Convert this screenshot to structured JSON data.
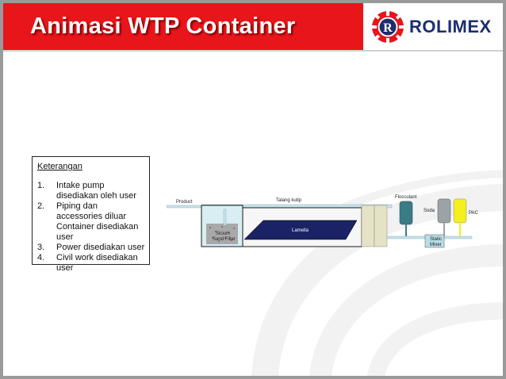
{
  "header": {
    "title": "Animasi WTP Container",
    "logo_text": "ROLIMEX",
    "logo_letter": "R",
    "colors": {
      "title_bar": "#e8151b",
      "logo_text": "#1d2e6f"
    }
  },
  "legend": {
    "title": "Keterangan",
    "items": [
      {
        "num": "1.",
        "text": "Intake pump disediakan oleh user"
      },
      {
        "num": "2.",
        "text": "Piping dan accessories diluar Container disediakan user"
      },
      {
        "num": "3.",
        "text": "Power disediakan user"
      },
      {
        "num": "4.",
        "text": "Civil work disediakan user"
      }
    ]
  },
  "diagram": {
    "product": "Product",
    "talang": "Talang kutip",
    "lamella": "Lamella",
    "filter_line1": "Sicium",
    "filter_line2": "Sand Filter",
    "flocculant": "Flocculant",
    "soda": "Soda",
    "pac": "PAC",
    "mixer_line1": "Static",
    "mixer_line2": "Mixer"
  }
}
